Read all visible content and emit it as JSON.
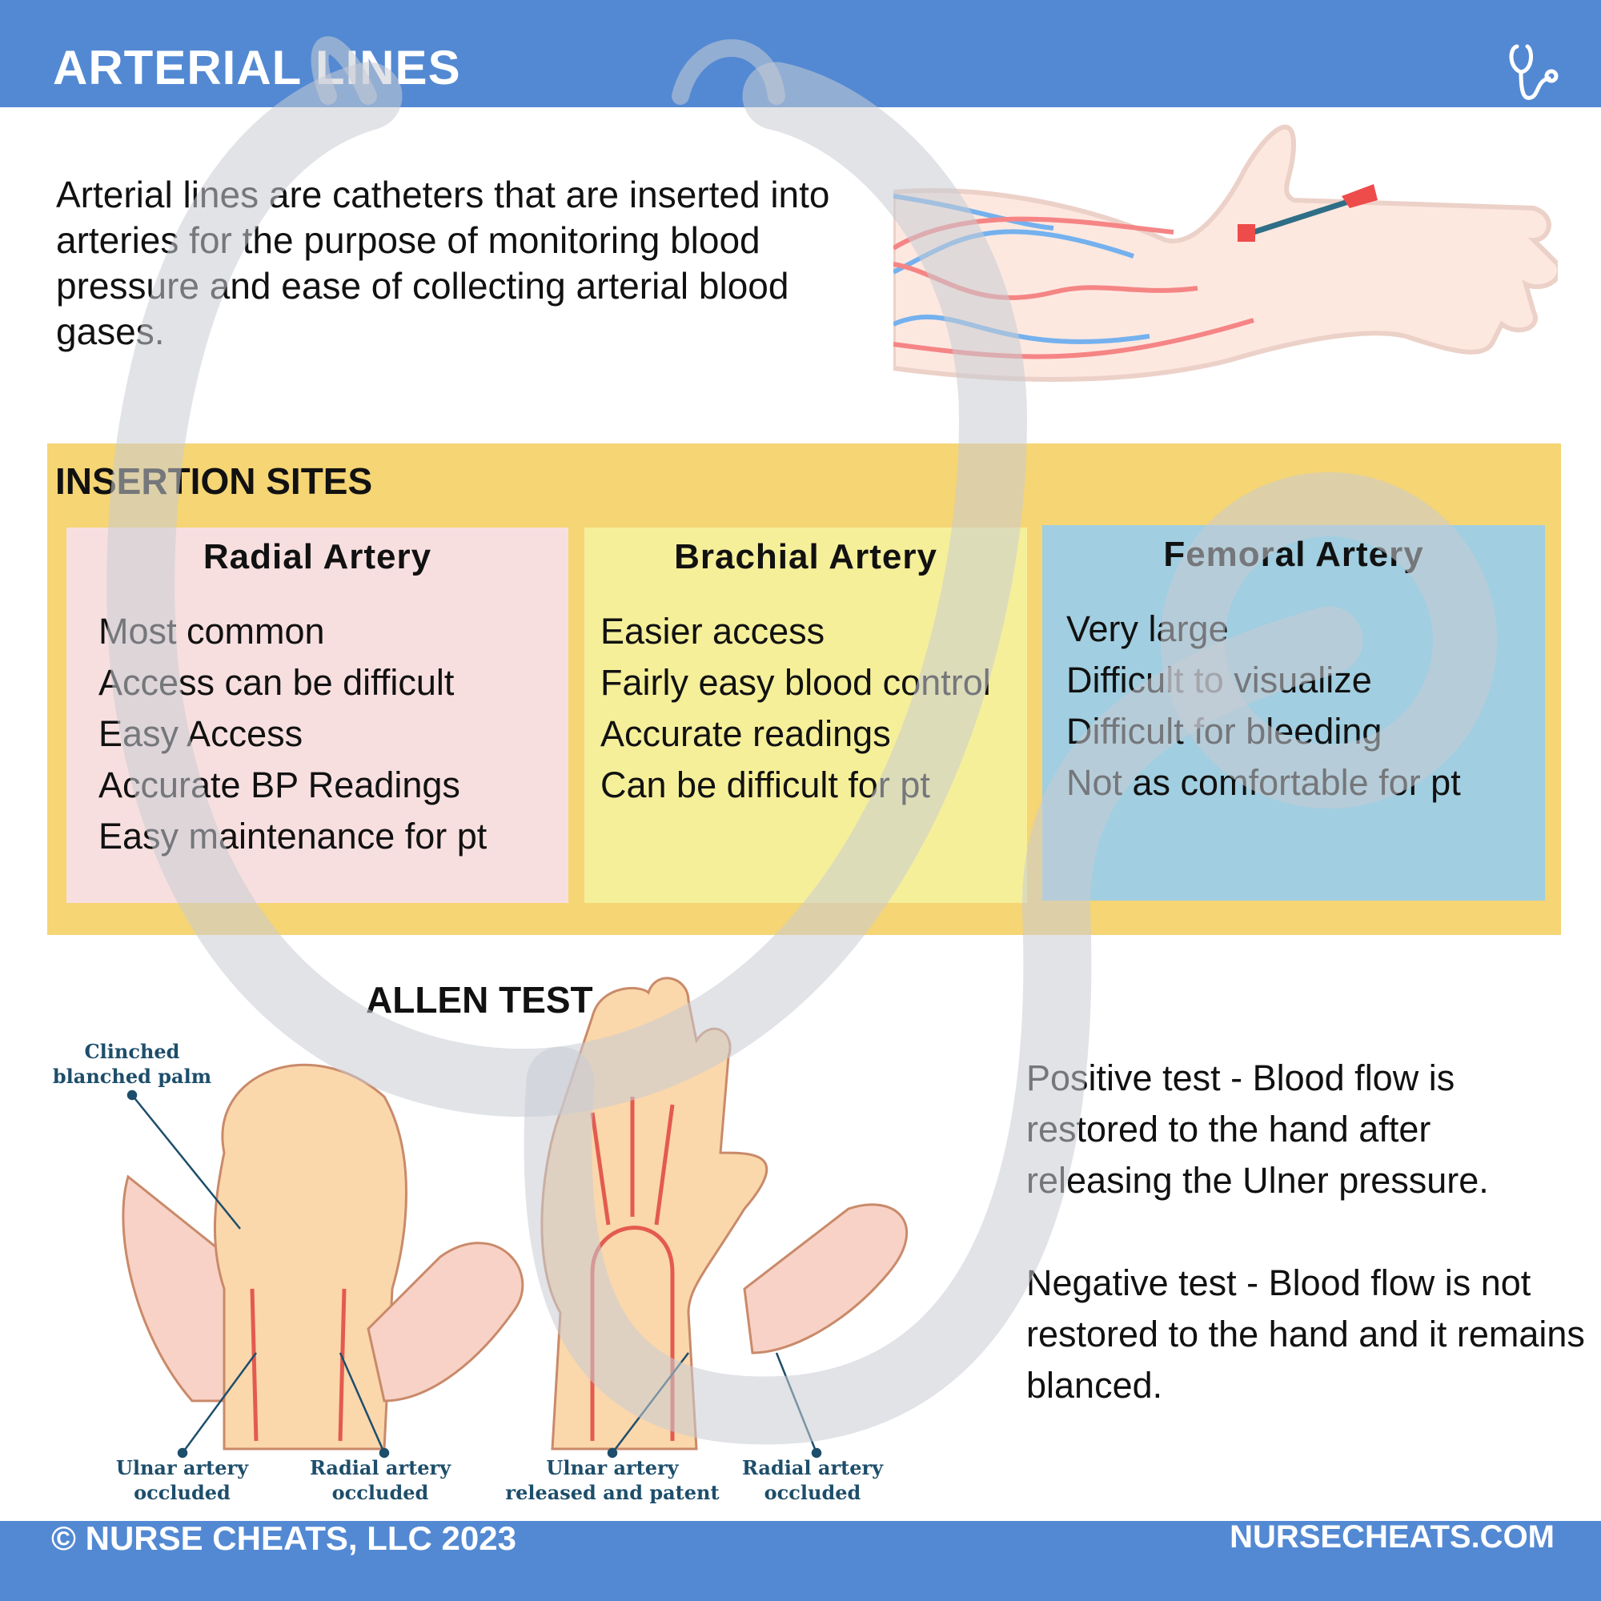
{
  "header": {
    "title": "ARTERIAL LINES",
    "icon": "stethoscope-icon"
  },
  "intro": "Arterial lines are catheters that are inserted into arteries for the purpose of monitoring blood pressure and ease of collecting arterial blood gases.",
  "insertion_sites": {
    "title": "INSERTION SITES",
    "sites": [
      {
        "name": "Radial Artery",
        "items": [
          "Most common",
          "Access can be difficult",
          "Easy Access",
          "Accurate BP Readings",
          "Easy maintenance for pt"
        ]
      },
      {
        "name": "Brachial Artery",
        "items": [
          "Easier access",
          "Fairly easy blood control",
          "Accurate readings",
          "Can be difficult for pt"
        ]
      },
      {
        "name": "Femoral Artery",
        "items": [
          "Very large",
          "Difficult to visualize",
          "Difficult for bleeding",
          "Not as comfortable for pt"
        ]
      }
    ]
  },
  "allen_test": {
    "title": "ALLEN TEST",
    "labels": {
      "clinched": "Clinched blanched palm",
      "ulnar_occluded": "Ulnar artery occluded",
      "radial_occluded_1": "Radial artery occluded",
      "ulnar_released": "Ulnar artery released and patent",
      "radial_occluded_2": "Radial artery occluded"
    },
    "positive": "Positive test - Blood flow is restored to the hand after releasing the Ulner pressure.",
    "negative": "Negative test - Blood flow is not restored to the hand and it remains blanced."
  },
  "footer": {
    "copyright": "© NURSE CHEATS, LLC 2023",
    "website": "NURSECHEATS.COM"
  },
  "colors": {
    "header": "#5389d3",
    "sites_bg": "#f5d574",
    "radial": "#f8dfdf",
    "brachial": "#f5ef9a",
    "femoral": "#a1cee0"
  }
}
